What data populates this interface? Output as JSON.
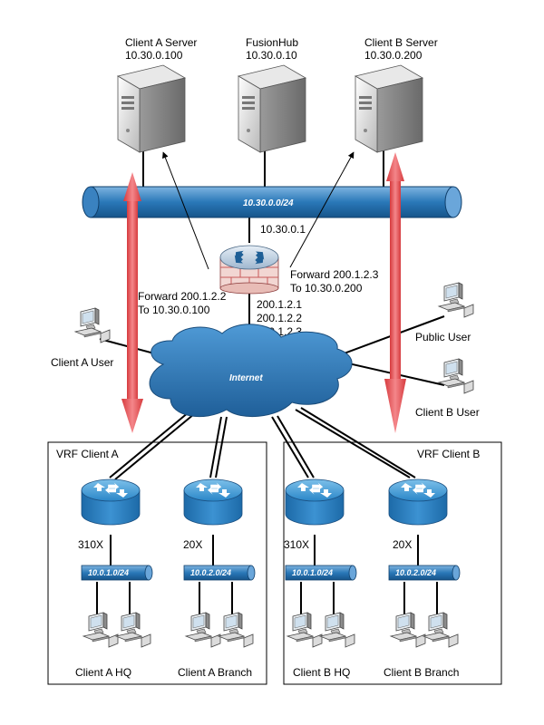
{
  "servers": {
    "client_a": {
      "name": "Client A Server",
      "ip": "10.30.0.100"
    },
    "fusionhub": {
      "name": "FusionHub",
      "ip": "10.30.0.10"
    },
    "client_b": {
      "name": "Client B Server",
      "ip": "10.30.0.200"
    }
  },
  "backbone": {
    "subnet": "10.30.0.0/24"
  },
  "firewall": {
    "inside_ip": "10.30.0.1",
    "public_ips": [
      "200.1.2.1",
      "200.1.2.2",
      "200.1.2.3"
    ]
  },
  "forwards": {
    "a": {
      "line1": "Forward 200.1.2.2",
      "line2": "To 10.30.0.100"
    },
    "b": {
      "line1": "Forward 200.1.2.3",
      "line2": "To 10.30.0.200"
    }
  },
  "internet": {
    "label": "Internet"
  },
  "users": {
    "client_a": "Client A User",
    "public": "Public User",
    "client_b": "Client B User"
  },
  "vrf_a": {
    "title": "VRF Client A",
    "routers": [
      {
        "model": "310X",
        "subnet": "10.0.1.0/24",
        "site": "Client A HQ"
      },
      {
        "model": "20X",
        "subnet": "10.0.2.0/24",
        "site": "Client A Branch"
      }
    ]
  },
  "vrf_b": {
    "title": "VRF Client B",
    "routers": [
      {
        "model": "310X",
        "subnet": "10.0.1.0/24",
        "site": "Client B HQ"
      },
      {
        "model": "20X",
        "subnet": "10.0.2.0/24",
        "site": "Client B Branch"
      }
    ]
  },
  "colors": {
    "network_blue": "#2a78b8",
    "flow_red": "#e0474a",
    "firewall_red": "#c85a5a"
  },
  "icons": [
    "server-icon",
    "router-icon",
    "firewall-router-icon",
    "workstation-icon",
    "cloud-icon"
  ]
}
